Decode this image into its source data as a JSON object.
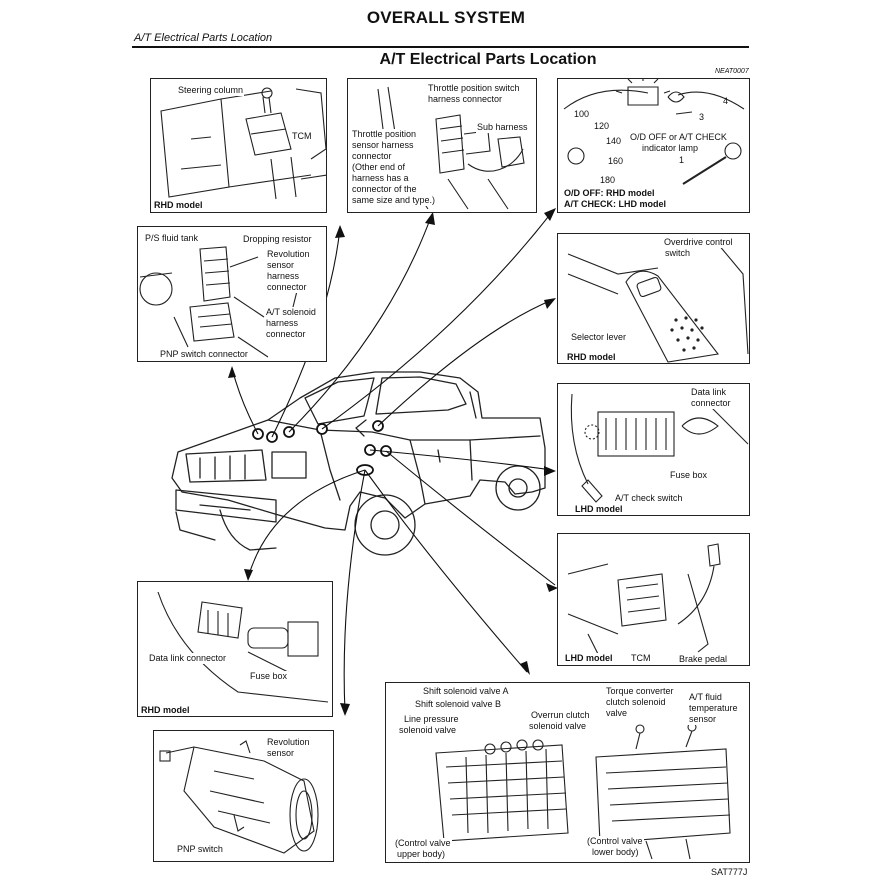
{
  "header": {
    "section_title": "OVERALL SYSTEM",
    "subtitle": "A/T Electrical Parts Location",
    "main_title": "A/T Electrical Parts Location",
    "ref_code_top": "NEAT0007",
    "ref_code_bottom": "SAT777J"
  },
  "panels": {
    "steering": {
      "label_steering": "Steering column",
      "label_tcm": "TCM",
      "model": "RHD model"
    },
    "throttle": {
      "label_tps_connector_l1": "Throttle position switch",
      "label_tps_connector_l2": "harness connector",
      "label_sub_harness": "Sub harness",
      "label_tps_sensor_lines": [
        "Throttle position",
        "sensor harness",
        "connector",
        "(Other end of",
        "harness has a",
        "connector of the",
        "same size and type.)"
      ]
    },
    "meter": {
      "gauge_left_ticks": [
        "100",
        "120",
        "140",
        "160",
        "180"
      ],
      "gauge_right_ticks": [
        "3",
        "4",
        "1"
      ],
      "label_lamp_l1": "O/D OFF or A/T CHECK",
      "label_lamp_l2": "indicator lamp",
      "note_od": "O/D OFF: RHD model",
      "note_at": "A/T CHECK: LHD model"
    },
    "engine": {
      "label_ps_tank": "P/S fluid tank",
      "label_dropping": "Dropping resistor",
      "label_rev_lines": [
        "Revolution",
        "sensor",
        "harness",
        "connector"
      ],
      "label_sol_lines": [
        "A/T solenoid",
        "harness",
        "connector"
      ],
      "label_pnp": "PNP switch connector"
    },
    "od_switch": {
      "label_od_l1": "Overdrive control",
      "label_od_l2": "switch",
      "label_selector": "Selector lever",
      "model": "RHD model"
    },
    "dlc_lhd": {
      "label_dlc_l1": "Data link",
      "label_dlc_l2": "connector",
      "label_fuse": "Fuse box",
      "label_atcheck": "A/T check switch",
      "model": "LHD model"
    },
    "tcm_lhd": {
      "model": "LHD model",
      "label_tcm": "TCM",
      "label_brake": "Brake pedal"
    },
    "dlc_rhd": {
      "label_dlc": "Data link connector",
      "label_fuse": "Fuse box",
      "model": "RHD model"
    },
    "transmission": {
      "label_rev_l1": "Revolution",
      "label_rev_l2": "sensor",
      "label_pnp": "PNP switch"
    },
    "valves": {
      "label_sv_a": "Shift solenoid valve A",
      "label_sv_b": "Shift solenoid valve B",
      "label_overrun_l1": "Overrun clutch",
      "label_overrun_l2": "solenoid valve",
      "label_lp_l1": "Line pressure",
      "label_lp_l2": "solenoid valve",
      "label_tc_lines": [
        "Torque converter",
        "clutch solenoid",
        "valve"
      ],
      "label_temp_lines": [
        "A/T fluid",
        "temperature",
        "sensor"
      ],
      "label_upper_l1": "(Control valve",
      "label_upper_l2": "upper body)",
      "label_lower_l1": "(Control valve",
      "label_lower_l2": "lower body)"
    }
  }
}
